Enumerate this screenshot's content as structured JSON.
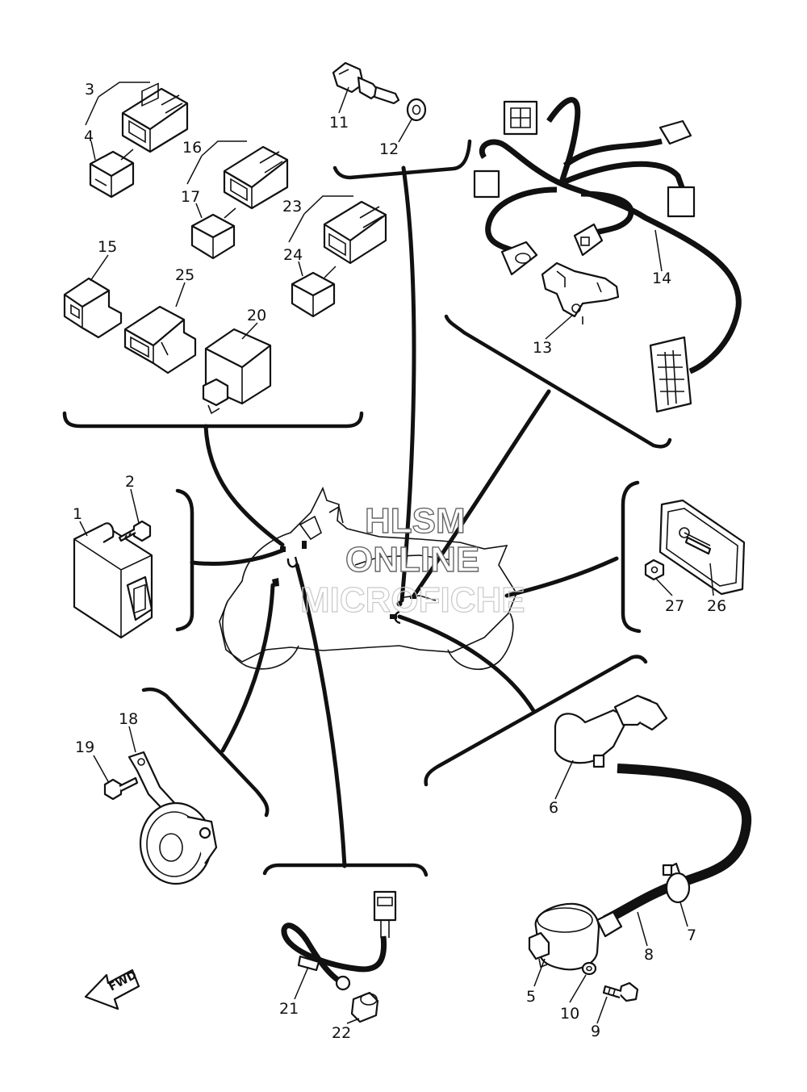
{
  "watermark": {
    "line1": "HLSM",
    "line2": "ONLINE",
    "line3": "MICROFICHE"
  },
  "fwd_label": "FWD",
  "callouts": {
    "c1": "1",
    "c2": "2",
    "c3": "3",
    "c4": "4",
    "c5": "5",
    "c6": "6",
    "c7": "7",
    "c8": "8",
    "c9": "9",
    "c10": "10",
    "c11": "11",
    "c12": "12",
    "c13": "13",
    "c14": "14",
    "c15": "15",
    "c16": "16",
    "c17": "17",
    "c18": "18",
    "c19": "19",
    "c20": "20",
    "c21": "21",
    "c22": "22",
    "c23": "23",
    "c24": "24",
    "c25": "25",
    "c26": "26",
    "c27": "27"
  }
}
